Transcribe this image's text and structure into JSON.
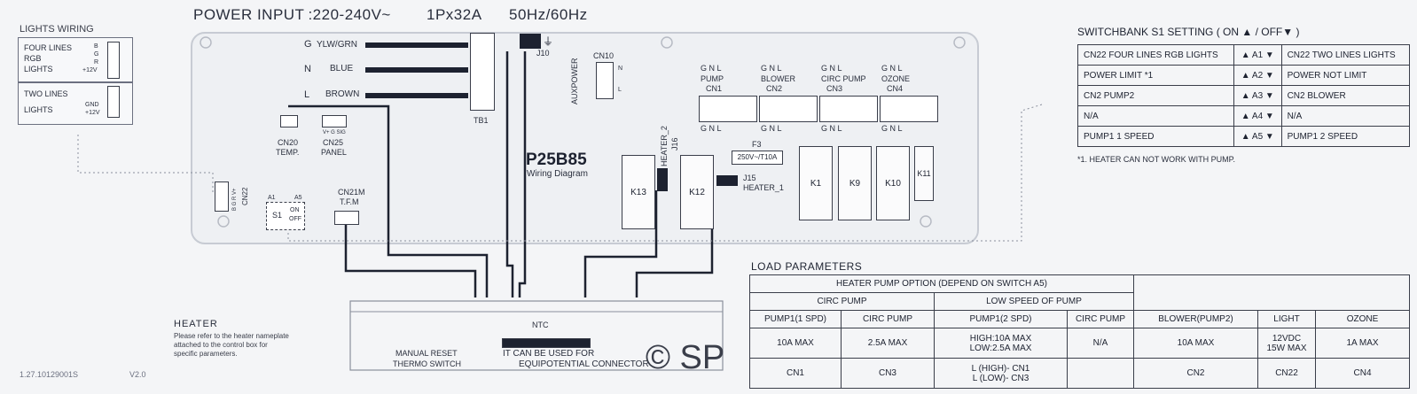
{
  "header": {
    "power_input": "POWER INPUT",
    "voltage": ":220-240V~",
    "phase": "1Px32A",
    "frequency": "50Hz/60Hz"
  },
  "lights_wiring": {
    "title": "LIGHTS WIRING",
    "four_lines": "FOUR LINES",
    "rgb": "RGB",
    "lights": "LIGHTS",
    "pins_rgb": [
      "B",
      "G",
      "R",
      "+12V"
    ],
    "two_lines": "TWO LINES",
    "lights2": "LIGHTS",
    "pins_two": [
      "GND",
      "+12V"
    ]
  },
  "mains": {
    "g_letter": "G",
    "g_color": "YLW/GRN",
    "n_letter": "N",
    "n_color": "BLUE",
    "l_letter": "L",
    "l_color": "BROWN",
    "tb1": "TB1",
    "j10": "J10"
  },
  "board": {
    "model": "P25B85",
    "subtitle": "Wiring Diagram",
    "auxpower": "AUXPOWER",
    "cn10": "CN10",
    "cn10_n": "N",
    "cn10_l": "L",
    "cn20": "CN20",
    "cn20_sub": "TEMP.",
    "cn25": "CN25",
    "cn25_sub": "PANEL",
    "cn25_pins": "V+ G SIG",
    "cn22": "CN22",
    "cn22_pins": "B G R V+",
    "cn21m": "CN21M",
    "cn21m_sub": "T.F.M",
    "s1": "S1",
    "s1_a1": "A1",
    "s1_a5": "A5",
    "s1_on": "ON",
    "s1_off": "OFF",
    "heater2": "HEATER_2",
    "j16": "J16",
    "j15": "J15",
    "heater1": "HEATER_1",
    "fuse": "F3",
    "fuse_rating": "250V~/T10A",
    "relays": [
      "K13",
      "K12",
      "K1",
      "K9",
      "K10",
      "K11"
    ],
    "gnl": [
      "G",
      "N",
      "L"
    ],
    "outputs": [
      {
        "name": "PUMP",
        "cn": "CN1"
      },
      {
        "name": "BLOWER",
        "cn": "CN2"
      },
      {
        "name": "CIRC PUMP",
        "cn": "CN3"
      },
      {
        "name": "OZONE",
        "cn": "CN4"
      }
    ]
  },
  "switchbank": {
    "title": "SWITCHBANK S1 SETTING",
    "legend": "( ON ▲ / OFF▼ )",
    "rows": [
      {
        "on": "CN22 FOUR LINES  RGB LIGHTS",
        "sw": "▲ A1 ▼",
        "off": "CN22 TWO LINES  LIGHTS"
      },
      {
        "on": "POWER LIMIT *1",
        "sw": "▲ A2 ▼",
        "off": "POWER  NOT LIMIT"
      },
      {
        "on": "CN2 PUMP2",
        "sw": "▲ A3 ▼",
        "off": "CN2 BLOWER"
      },
      {
        "on": "N/A",
        "sw": "▲ A4 ▼",
        "off": "N/A"
      },
      {
        "on": "PUMP1  1 SPEED",
        "sw": "▲ A5 ▼",
        "off": "PUMP1  2 SPEED"
      }
    ],
    "note": "*1.  HEATER CAN NOT WORK WITH PUMP."
  },
  "heater": {
    "title": "HEATER",
    "desc": [
      "Please refer to the heater nameplate",
      "attached to the control box for",
      "specific parameters."
    ],
    "ntc": "NTC",
    "manual_reset": "MANUAL RESET",
    "thermo_switch": "THERMO SWITCH",
    "equip1": "IT CAN BE USED FOR",
    "equip2": "EQUIPOTENTIAL CONNECTOR"
  },
  "version": {
    "code": "1.27.10129001S",
    "ver": "V2.0"
  },
  "load_parameters": {
    "title": "LOAD PARAMETERS",
    "option_header": "HEATER PUMP OPTION (DEPEND ON SWITCH A5)",
    "circ_pump_group": "CIRC PUMP",
    "low_speed_group": "LOW SPEED OF PUMP",
    "columns": [
      "PUMP1(1 SPD)",
      "CIRC PUMP",
      "PUMP1(2 SPD)",
      "CIRC PUMP",
      "BLOWER(PUMP2)",
      "LIGHT",
      "OZONE"
    ],
    "ratings": [
      "10A MAX",
      "2.5A MAX",
      "HIGH:10A MAX|LOW:2.5A MAX",
      "N/A",
      "10A MAX",
      "12VDC|15W MAX",
      "1A MAX"
    ],
    "connectors": [
      "CN1",
      "CN3",
      "L (HIGH)- CN1|L (LOW)-  CN3",
      "",
      "CN2",
      "CN22",
      "CN4"
    ]
  },
  "watermark": "© SP"
}
